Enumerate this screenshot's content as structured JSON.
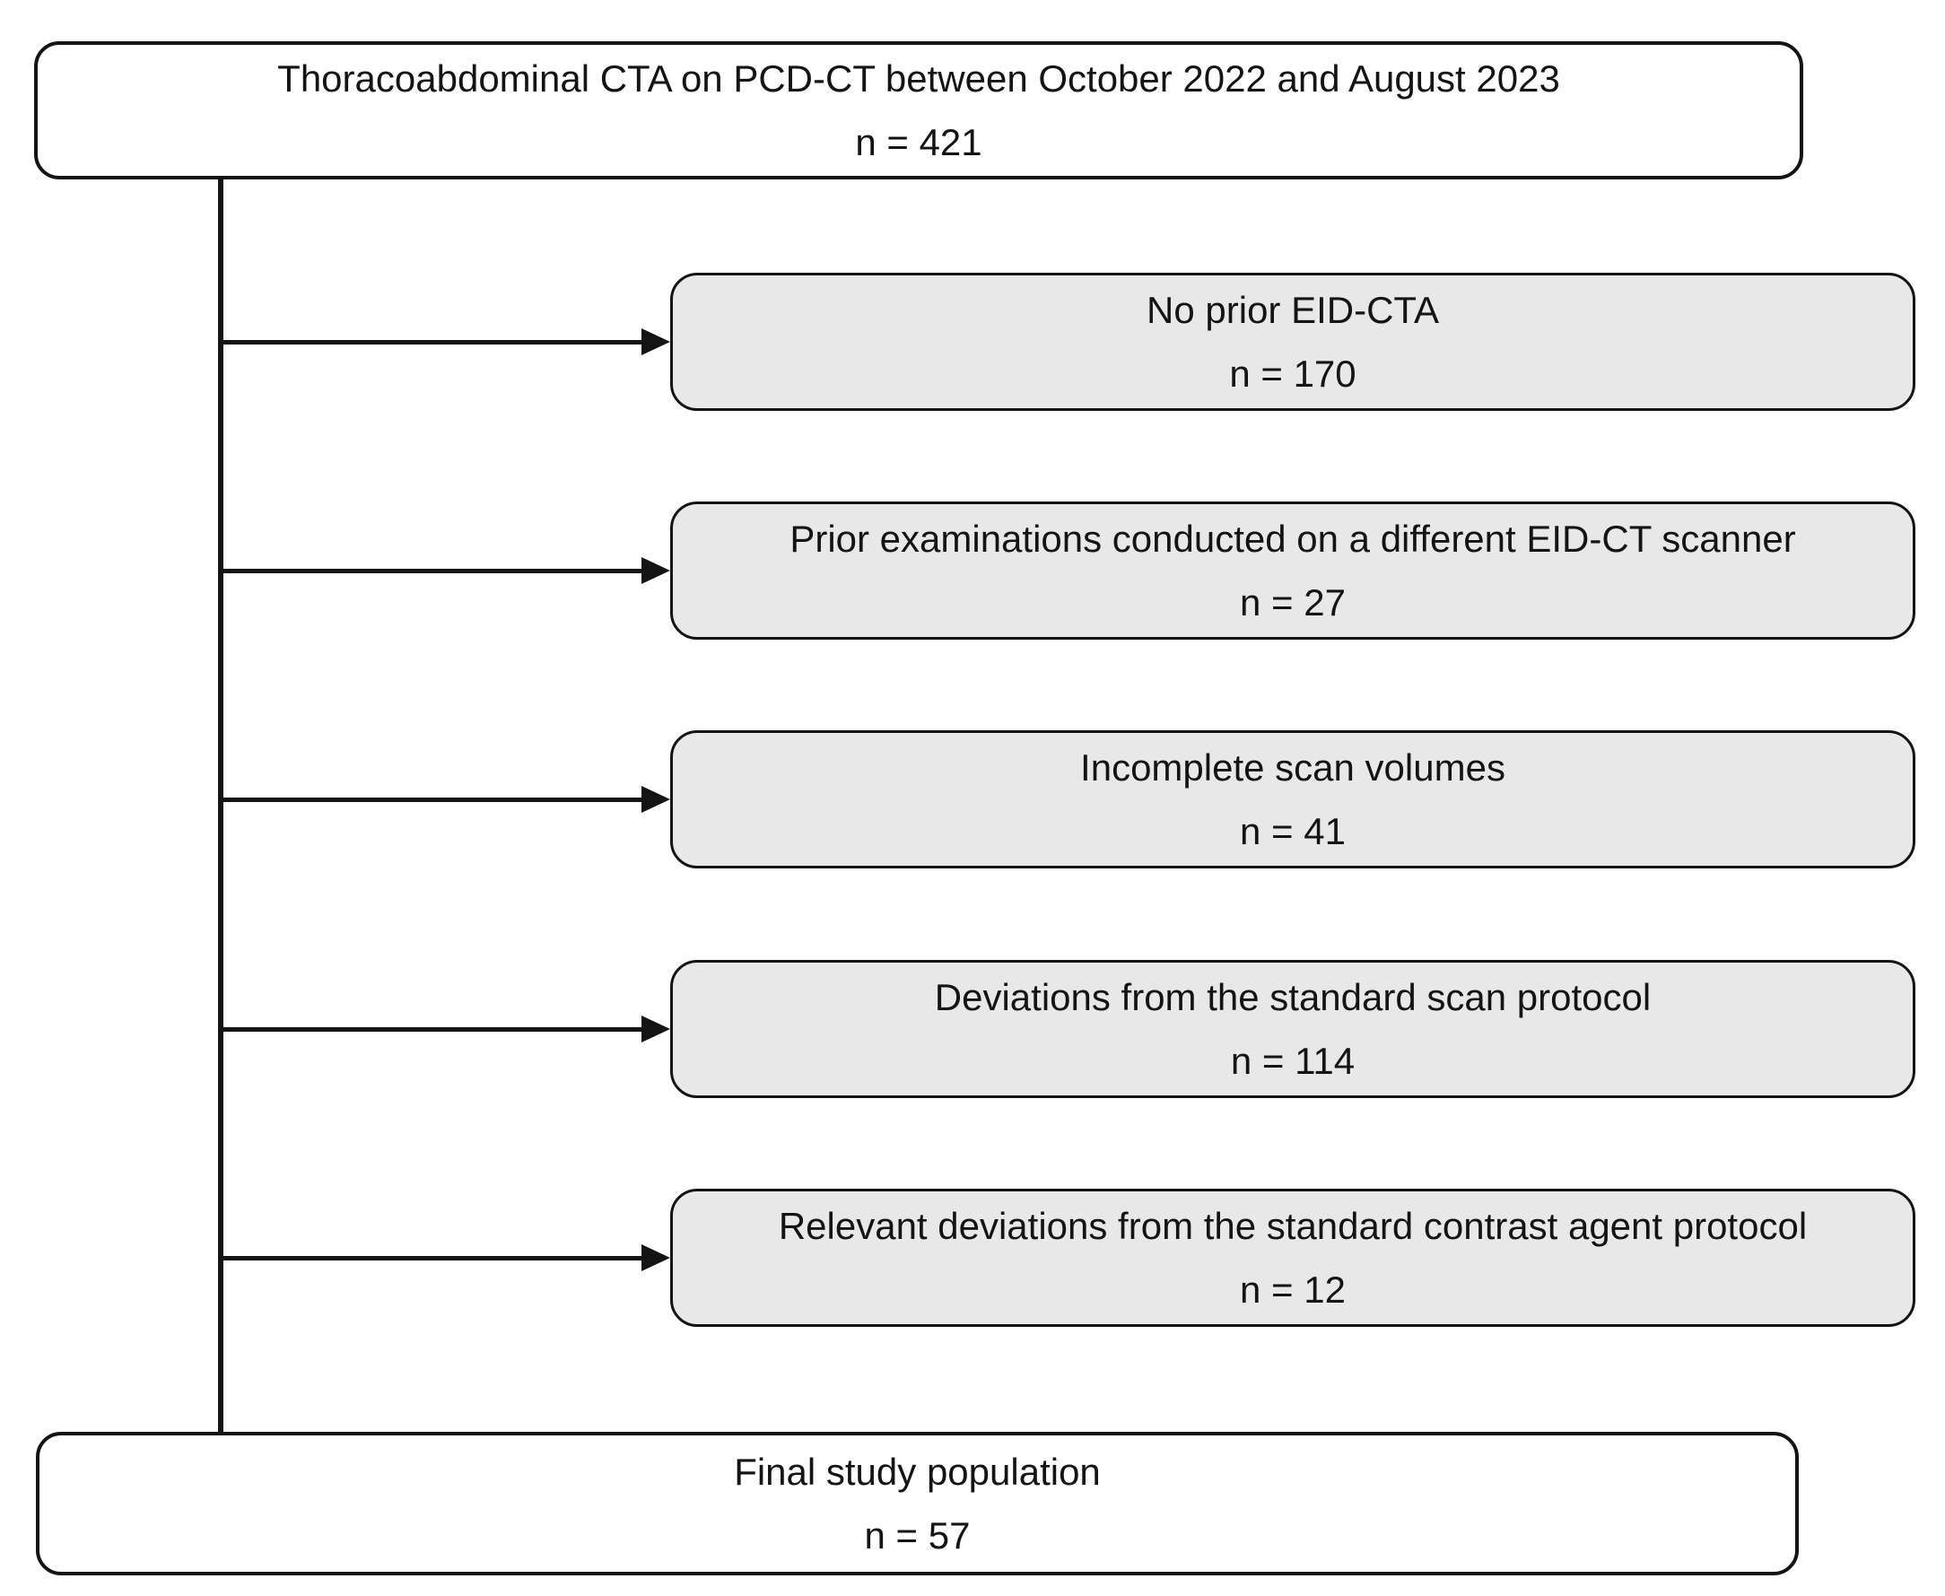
{
  "flowchart": {
    "source_box": {
      "label": "Thoracoabdominal CTA on PCD-CT between October 2022 and August 2023",
      "count": "n = 421"
    },
    "exclusions": [
      {
        "label": "No prior EID-CTA",
        "count": "n = 170"
      },
      {
        "label": "Prior examinations conducted on a different EID-CT scanner",
        "count": "n = 27"
      },
      {
        "label": "Incomplete scan volumes",
        "count": "n = 41"
      },
      {
        "label": "Deviations from the standard scan protocol",
        "count": "n = 114"
      },
      {
        "label": "Relevant deviations from the standard contrast agent protocol",
        "count": "n = 12"
      }
    ],
    "final_box": {
      "label": "Final study population",
      "count": "n = 57"
    },
    "colors": {
      "exclusion_fill": "#e8e8e8",
      "main_fill": "#ffffff",
      "box_border": "#141414",
      "connector": "#141414"
    }
  }
}
